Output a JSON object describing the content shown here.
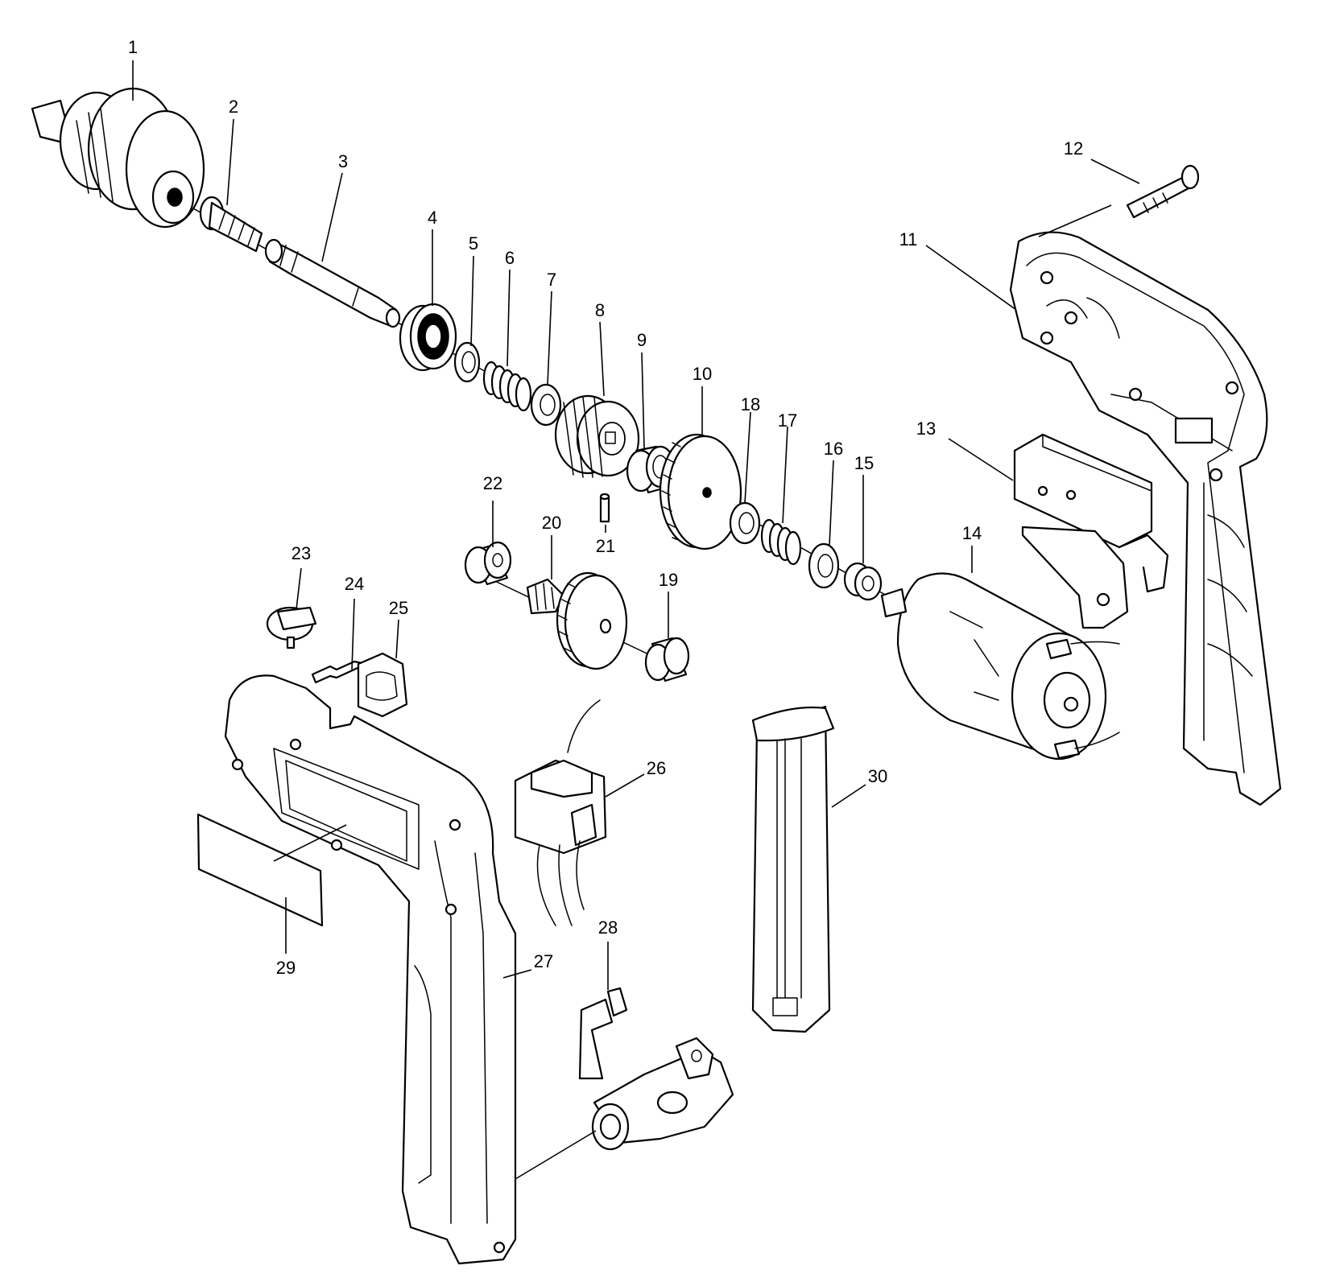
{
  "colors": {
    "line": "#000000",
    "background": "#ffffff"
  },
  "callouts": {
    "c1": "1",
    "c2": "2",
    "c3": "3",
    "c4": "4",
    "c5": "5",
    "c6": "6",
    "c7": "7",
    "c8": "8",
    "c9": "9",
    "c10": "10",
    "c11": "11",
    "c12": "12",
    "c13": "13",
    "c14": "14",
    "c15": "15",
    "c16": "16",
    "c17": "17",
    "c18": "18",
    "c19": "19",
    "c20": "20",
    "c21": "21",
    "c22": "22",
    "c23": "23",
    "c24": "24",
    "c25": "25",
    "c26": "26",
    "c27": "27",
    "c28": "28",
    "c29": "29",
    "c30": "30"
  }
}
